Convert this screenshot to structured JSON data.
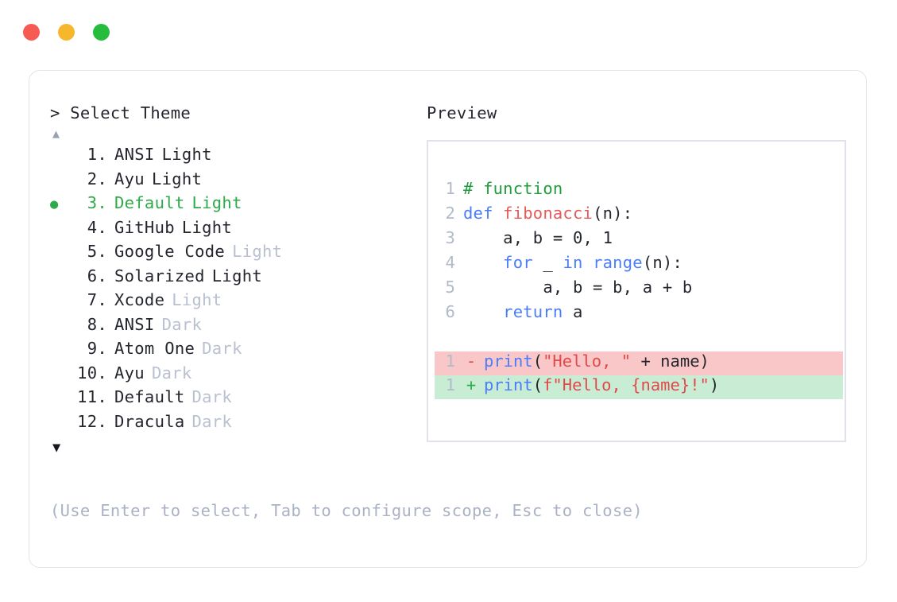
{
  "window": {
    "traffic_lights": [
      {
        "name": "close",
        "color": "#f55b52"
      },
      {
        "name": "minimize",
        "color": "#f7b72c"
      },
      {
        "name": "maximize",
        "color": "#26bd3d"
      }
    ]
  },
  "picker": {
    "prompt": "> Select Theme",
    "scroll_up": "▲",
    "scroll_down": "▼",
    "selected_index": 3,
    "selected_bullet": "●",
    "items": [
      {
        "num": "1.",
        "name": "ANSI",
        "variant": "Light",
        "variant_dim": false,
        "selected": false
      },
      {
        "num": "2.",
        "name": "Ayu",
        "variant": "Light",
        "variant_dim": false,
        "selected": false
      },
      {
        "num": "3.",
        "name": "Default",
        "variant": "Light",
        "variant_dim": false,
        "selected": true
      },
      {
        "num": "4.",
        "name": "GitHub",
        "variant": "Light",
        "variant_dim": false,
        "selected": false
      },
      {
        "num": "5.",
        "name": "Google Code",
        "variant": "Light",
        "variant_dim": true,
        "selected": false
      },
      {
        "num": "6.",
        "name": "Solarized",
        "variant": "Light",
        "variant_dim": false,
        "selected": false
      },
      {
        "num": "7.",
        "name": "Xcode",
        "variant": "Light",
        "variant_dim": true,
        "selected": false
      },
      {
        "num": "8.",
        "name": "ANSI",
        "variant": "Dark",
        "variant_dim": true,
        "selected": false
      },
      {
        "num": "9.",
        "name": "Atom One",
        "variant": "Dark",
        "variant_dim": true,
        "selected": false
      },
      {
        "num": "10.",
        "name": "Ayu",
        "variant": "Dark",
        "variant_dim": true,
        "selected": false
      },
      {
        "num": "11.",
        "name": "Default",
        "variant": "Dark",
        "variant_dim": true,
        "selected": false
      },
      {
        "num": "12.",
        "name": "Dracula",
        "variant": "Dark",
        "variant_dim": true,
        "selected": false
      }
    ],
    "hint": "(Use Enter to select, Tab to configure scope, Esc to close)"
  },
  "preview": {
    "label": "Preview",
    "code_lines": [
      {
        "ln": "1",
        "tokens": [
          {
            "t": "# function",
            "c": "comment"
          }
        ]
      },
      {
        "ln": "2",
        "tokens": [
          {
            "t": "def ",
            "c": "keyword"
          },
          {
            "t": "fibonacci",
            "c": "function"
          },
          {
            "t": "(n):",
            "c": "plain"
          }
        ]
      },
      {
        "ln": "3",
        "tokens": [
          {
            "t": "    a, b = 0, 1",
            "c": "plain"
          }
        ]
      },
      {
        "ln": "4",
        "tokens": [
          {
            "t": "    ",
            "c": "plain"
          },
          {
            "t": "for",
            "c": "keyword"
          },
          {
            "t": " _ ",
            "c": "plain"
          },
          {
            "t": "in ",
            "c": "keyword"
          },
          {
            "t": "range",
            "c": "builtin"
          },
          {
            "t": "(n):",
            "c": "plain"
          }
        ]
      },
      {
        "ln": "5",
        "tokens": [
          {
            "t": "        a, b = b, a + b",
            "c": "plain"
          }
        ]
      },
      {
        "ln": "6",
        "tokens": [
          {
            "t": "    ",
            "c": "plain"
          },
          {
            "t": "return",
            "c": "keyword"
          },
          {
            "t": " a",
            "c": "plain"
          }
        ]
      }
    ],
    "diff_lines": [
      {
        "ln": "1",
        "marker": "-",
        "kind": "minus",
        "tokens": [
          {
            "t": "print",
            "c": "builtin"
          },
          {
            "t": "(",
            "c": "plain"
          },
          {
            "t": "\"Hello, \"",
            "c": "string"
          },
          {
            "t": " + name)",
            "c": "plain"
          }
        ]
      },
      {
        "ln": "1",
        "marker": "+",
        "kind": "plus",
        "tokens": [
          {
            "t": "print",
            "c": "builtin"
          },
          {
            "t": "(",
            "c": "plain"
          },
          {
            "t": "f\"Hello, {name}!\"",
            "c": "string"
          },
          {
            "t": ")",
            "c": "plain"
          }
        ]
      }
    ]
  }
}
